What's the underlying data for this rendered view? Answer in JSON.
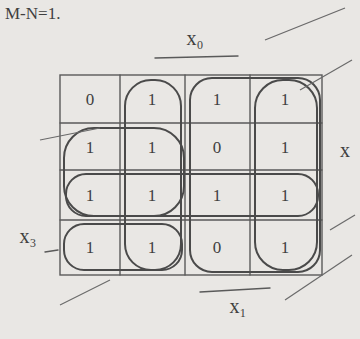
{
  "diagram": {
    "labels": [
      "M-N=1.",
      "x₀",
      "x₃",
      "x₁",
      "x",
      "0",
      "1",
      "1",
      "1",
      "1",
      "1",
      "0",
      "1",
      "1",
      "1",
      "1",
      "1",
      "1",
      "1",
      "0",
      "1"
    ]
  }
}
